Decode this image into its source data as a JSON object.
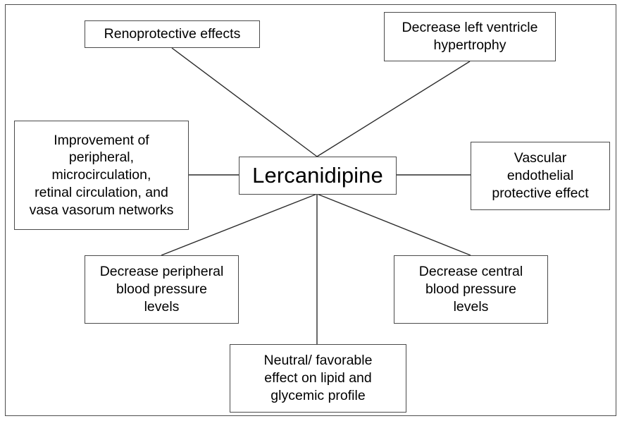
{
  "diagram": {
    "title": "Lercanidipine effects concept map",
    "center": {
      "id": "lercanidipine",
      "label": "Lercanidipine"
    },
    "nodes": [
      {
        "id": "renoprotective",
        "label": "Renoprotective effects"
      },
      {
        "id": "lvh",
        "label": "Decrease left ventricle\nhypertrophy"
      },
      {
        "id": "improvement",
        "label": "Improvement of\nperipheral,\nmicrocirculation,\nretinal circulation, and\nvasa vasorum networks"
      },
      {
        "id": "vascular",
        "label": "Vascular\nendothelial\nprotective effect"
      },
      {
        "id": "peripheral_bp",
        "label": "Decrease peripheral\nblood pressure\nlevels"
      },
      {
        "id": "central_bp",
        "label": "Decrease central\nblood pressure\nlevels"
      },
      {
        "id": "lipid",
        "label": "Neutral/ favorable\neffect on lipid and\nglycemic profile"
      }
    ],
    "edges": [
      {
        "from": "renoprotective",
        "to": "lercanidipine"
      },
      {
        "from": "lvh",
        "to": "lercanidipine"
      },
      {
        "from": "improvement",
        "to": "lercanidipine"
      },
      {
        "from": "vascular",
        "to": "lercanidipine"
      },
      {
        "from": "peripheral_bp",
        "to": "lercanidipine"
      },
      {
        "from": "central_bp",
        "to": "lercanidipine"
      },
      {
        "from": "lipid",
        "to": "lercanidipine"
      }
    ],
    "colors": {
      "box_border": "#4a4a4a",
      "frame_border": "#4d4d4d",
      "edge_line": "#2b2b2b",
      "text": "#000000",
      "background": "#ffffff"
    }
  }
}
